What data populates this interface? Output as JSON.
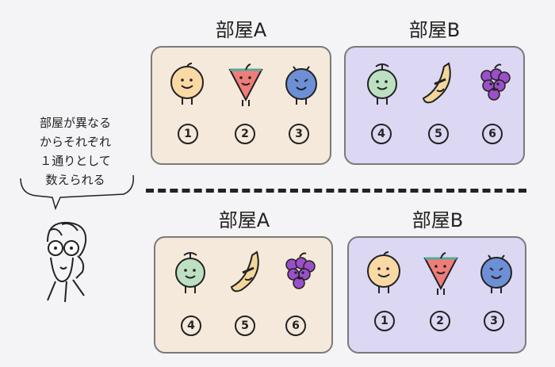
{
  "note": {
    "lines": [
      "部屋が異なる",
      "からそれぞれ",
      "１通りとして",
      "数えられる"
    ]
  },
  "top": {
    "roomA": {
      "title": "部屋A",
      "numbers": [
        "1",
        "2",
        "3"
      ]
    },
    "roomB": {
      "title": "部屋B",
      "numbers": [
        "4",
        "5",
        "6"
      ]
    }
  },
  "bottom": {
    "roomA": {
      "title": "部屋A",
      "numbers": [
        "4",
        "5",
        "6"
      ]
    },
    "roomB": {
      "title": "部屋B",
      "numbers": [
        "1",
        "2",
        "3"
      ]
    }
  },
  "colors": {
    "roomA": "#f5e9dc",
    "roomB": "#dcd7f2",
    "peach": "#fbd9a5",
    "watermelon": "#ee7d7a",
    "blueberry": "#6d8fd6",
    "melon": "#bde0c3",
    "banana": "#f3d79a",
    "grape": "#9b4fc8"
  },
  "icons": [
    "peach-icon",
    "watermelon-icon",
    "blueberry-icon",
    "melon-icon",
    "banana-icon",
    "grape-icon",
    "person-icon"
  ]
}
